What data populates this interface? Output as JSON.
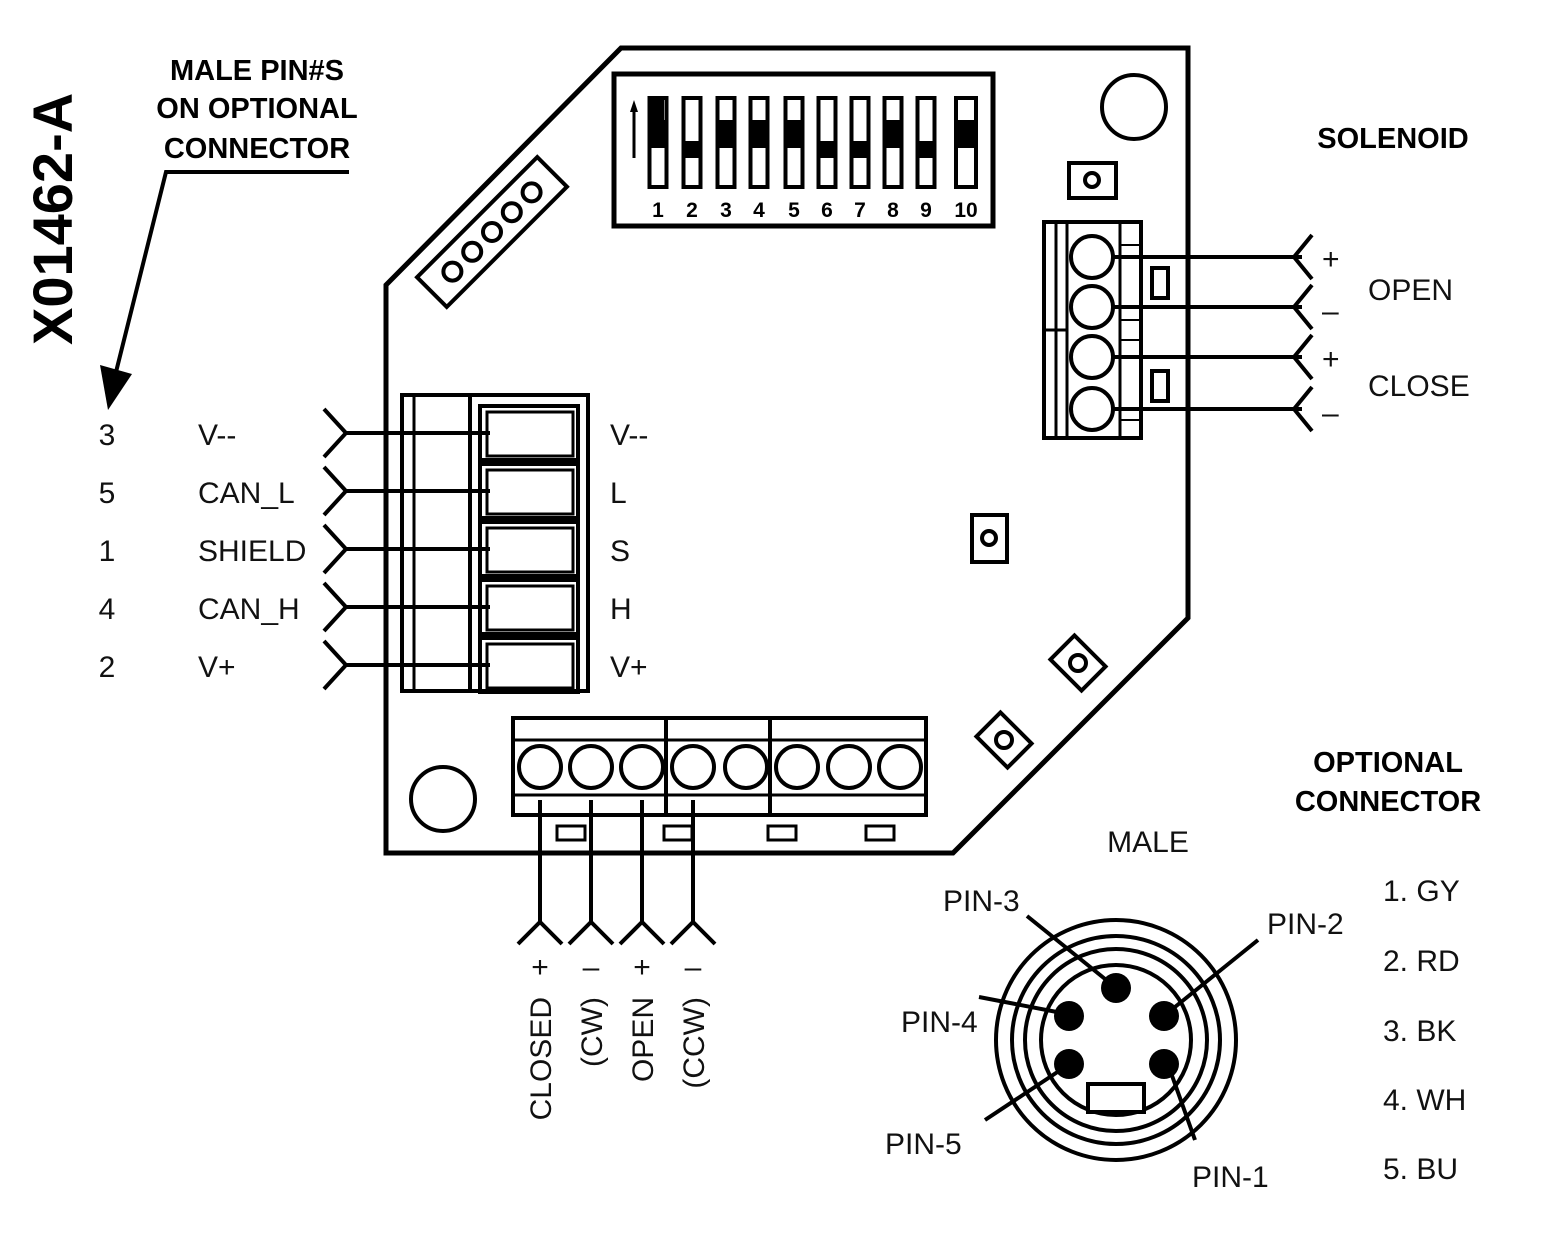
{
  "drawing_id": "X01462-A",
  "callout": {
    "line1": "MALE PIN#S",
    "line2": "ON OPTIONAL",
    "line3": "CONNECTOR"
  },
  "can_terminals": [
    {
      "pin": "3",
      "signal": "V--",
      "board": "V--"
    },
    {
      "pin": "5",
      "signal": "CAN_L",
      "board": "L"
    },
    {
      "pin": "1",
      "signal": "SHIELD",
      "board": "S"
    },
    {
      "pin": "4",
      "signal": "CAN_H",
      "board": "H"
    },
    {
      "pin": "2",
      "signal": "V+",
      "board": "V+"
    }
  ],
  "dip_switch": {
    "numbers": [
      "1",
      "2",
      "3",
      "4",
      "5",
      "6",
      "7",
      "8",
      "9",
      "10"
    ]
  },
  "solenoid": {
    "title": "SOLENOID",
    "open_label": "OPEN",
    "close_label": "CLOSE",
    "polarity": [
      "+",
      "–",
      "+",
      "–"
    ]
  },
  "motor_wires": {
    "polarity": [
      "+",
      "–",
      "+",
      "–"
    ],
    "labels": [
      "CLOSED",
      "(CW)",
      "OPEN",
      "(CCW)"
    ]
  },
  "optional_connector": {
    "title_line1": "OPTIONAL",
    "title_line2": "CONNECTOR",
    "gender": "MALE",
    "pins": [
      "PIN-1",
      "PIN-2",
      "PIN-3",
      "PIN-4",
      "PIN-5"
    ],
    "colors": [
      "1. GY",
      "2. RD",
      "3. BK",
      "4. WH",
      "5. BU"
    ]
  }
}
